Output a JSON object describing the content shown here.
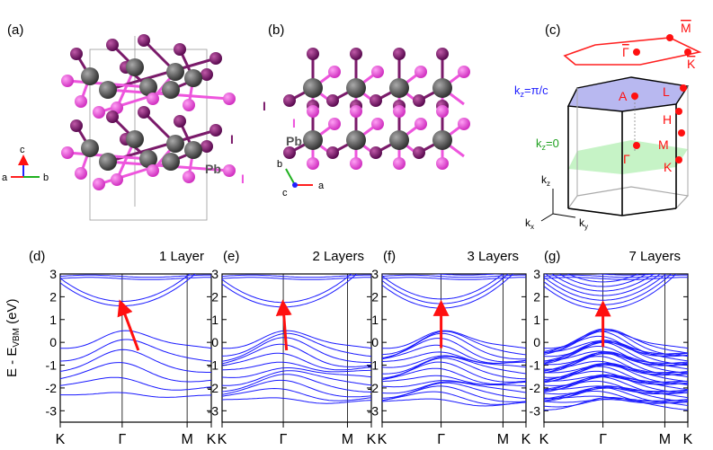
{
  "panel_labels": [
    "(a)",
    "(b)",
    "(c)",
    "(d)",
    "(e)",
    "(f)",
    "(g)"
  ],
  "atom_labels": {
    "pb": "Pb",
    "i": "I"
  },
  "axes_a": {
    "a": "a",
    "b": "b",
    "c": "c"
  },
  "axes_b": {
    "a": "a",
    "b": "b",
    "c": "c"
  },
  "bz": {
    "kz_pi": "k",
    "kz_pi_sub": "z",
    "kz_pi_rest": "=π/c",
    "kz_0": "k",
    "kz_0_sub": "z",
    "kz_0_rest": "=0",
    "points": [
      "A",
      "L",
      "H",
      "M",
      "Γ",
      "K"
    ],
    "surface_points": [
      "Γ",
      "M",
      "K"
    ],
    "kx": "k",
    "kx_sub": "x",
    "ky": "k",
    "ky_sub": "y",
    "kz": "k",
    "kz_sub": "z"
  },
  "band_axis": {
    "ylabel": "E - E",
    "ylabel_sub": "VBM",
    "ylabel_unit": " (eV)"
  },
  "chart_data": [
    {
      "type": "line",
      "title": "1 Layer",
      "panel": "(d)",
      "ylim": [
        -3.5,
        3
      ],
      "yticks": [
        3,
        2,
        1,
        0,
        -1,
        -2,
        -3
      ],
      "xticks": [
        "K",
        "Γ",
        "M",
        "K"
      ]
    },
    {
      "type": "line",
      "title": "2 Layers",
      "panel": "(e)",
      "ylim": [
        -3.5,
        3
      ],
      "yticks": [
        3,
        2,
        1,
        0,
        -1,
        -2,
        -3
      ],
      "xticks": [
        "K",
        "Γ",
        "M",
        "K"
      ]
    },
    {
      "type": "line",
      "title": "3 Layers",
      "panel": "(f)",
      "ylim": [
        -3.5,
        3
      ],
      "yticks": [
        3,
        2,
        1,
        0,
        -1,
        -2,
        -3
      ],
      "xticks": [
        "K",
        "Γ",
        "M",
        "K"
      ]
    },
    {
      "type": "line",
      "title": "7 Layers",
      "panel": "(g)",
      "ylim": [
        -3.5,
        3
      ],
      "yticks": [
        3,
        2,
        1,
        0,
        -1,
        -2,
        -3
      ],
      "xticks": [
        "K",
        "Γ",
        "M",
        "K"
      ]
    }
  ],
  "colors": {
    "band": "#1a1aff",
    "arrow": "#ff1010",
    "pb": "#4a4a4a",
    "i_dark": "#7a1a6a",
    "i_light": "#ee55dd",
    "bz_top": "#b8b8f0",
    "bz_mid": "#b8f0b8"
  }
}
